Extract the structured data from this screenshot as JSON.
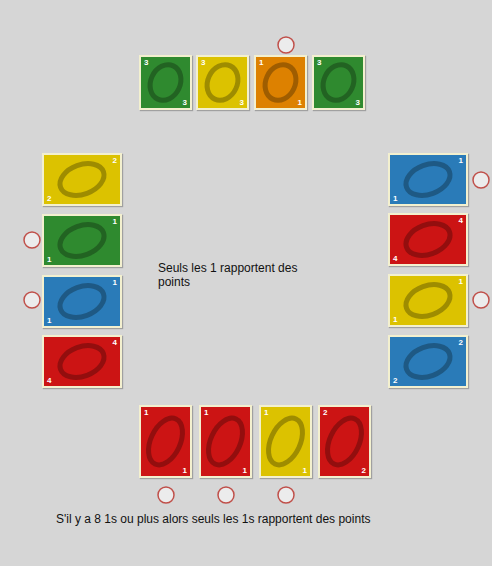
{
  "diagram": {
    "nodes": [
      {
        "text": [
          "3",
          "3"
        ]
      },
      {
        "text": [
          "3",
          "3"
        ]
      },
      {
        "text": [
          "1",
          "1"
        ]
      },
      {
        "text": [
          "3",
          "3"
        ]
      },
      {
        "text": [
          "2",
          "2"
        ]
      },
      {
        "text": [
          "1",
          "1"
        ]
      },
      {
        "text": [
          "1",
          "1"
        ]
      },
      {
        "text": [
          "4",
          "4"
        ]
      },
      {
        "text": [
          "1",
          "1"
        ]
      },
      {
        "text": [
          "4",
          "4"
        ]
      },
      {
        "text": [
          "1",
          "1"
        ]
      },
      {
        "text": [
          "2",
          "2"
        ]
      },
      {
        "text": [
          "1",
          "1"
        ]
      },
      {
        "text": [
          "1",
          "1"
        ]
      },
      {
        "text": [
          "1",
          "1"
        ]
      },
      {
        "text": [
          "2",
          "2"
        ]
      }
    ],
    "labels": [
      "Seuls les 1 rapportent des points",
      "S'il y a 8 1s ou plus alors seuls les 1s rapportent des points"
    ]
  }
}
